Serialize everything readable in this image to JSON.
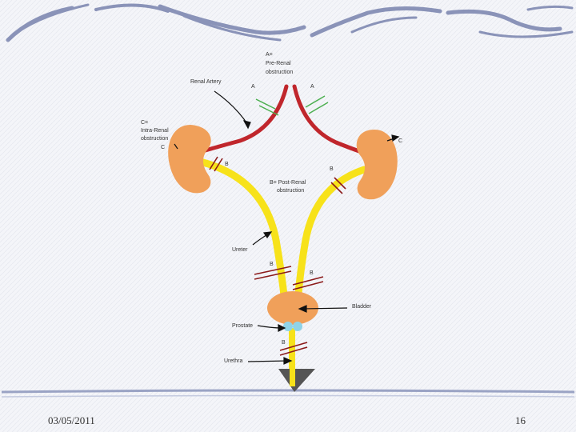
{
  "diagram": {
    "label_a_title": "A=",
    "label_a_desc_1": "Pre-Renal",
    "label_a_desc_2": "obstruction",
    "label_renal_artery": "Renal Artery",
    "label_a_left": "A",
    "label_a_right": "A",
    "label_c_title": "C=",
    "label_c_desc_1": "Intra-Renal",
    "label_c_desc_2": "obstruction",
    "label_c_left": "C",
    "label_c_right": "C",
    "label_b_title": "B= Post-Renal",
    "label_b_desc": "obstruction",
    "label_b_kidney_left": "B",
    "label_b_kidney_right": "B",
    "label_ureter": "Ureter",
    "label_b_ureter_left": "B",
    "label_b_ureter_right": "B",
    "label_bladder": "Bladder",
    "label_prostate": "Prostate",
    "label_b_urethra": "B",
    "label_urethra": "Urethra"
  },
  "footer": {
    "date": "03/05/2011",
    "page_number": "16"
  },
  "colors": {
    "kidney": "#f0a05a",
    "artery": "#c0262c",
    "urine_path": "#f7e21a",
    "bladder": "#f0a05a",
    "prostate": "#8fd3e8",
    "obstruction_mark": "#8b1a1a",
    "artery_mark": "#4caf50",
    "header_stripe": "#8a93b8",
    "footer_rule": "#9aa3c4"
  }
}
